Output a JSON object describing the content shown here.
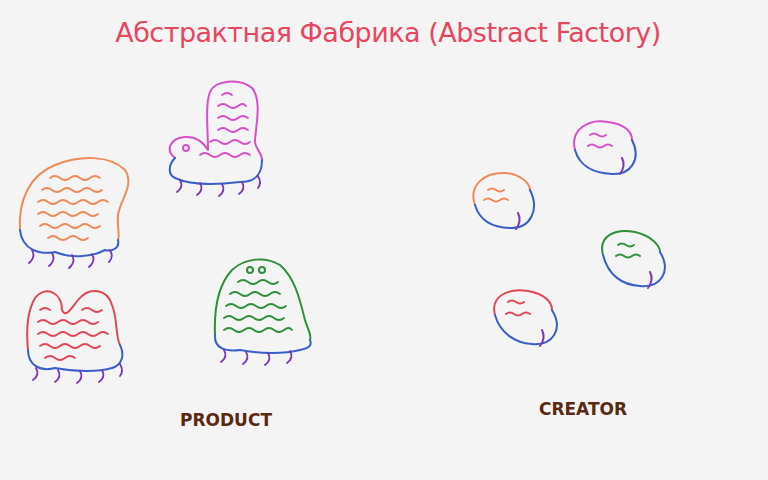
{
  "diagram": {
    "title": "Абстрактная Фабрика (Abstract Factory)",
    "labels": [
      "PRODUCT",
      "CREATOR"
    ]
  }
}
